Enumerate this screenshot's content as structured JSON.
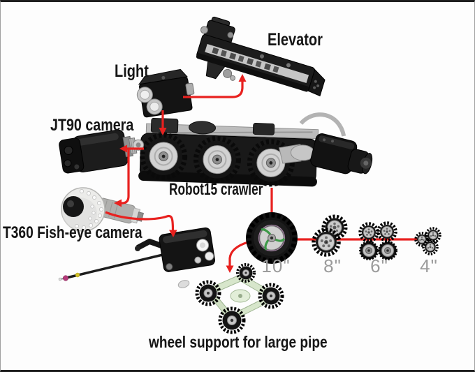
{
  "scene": {
    "background": "#fdfdfd",
    "frame_color": "#1f1f1f",
    "connector_color": "#e8211f"
  },
  "components": [
    {
      "id": "elevator",
      "label": "Elevator"
    },
    {
      "id": "light",
      "label": "Light"
    },
    {
      "id": "jt90-camera",
      "label": "JT90 camera"
    },
    {
      "id": "robot15-crawler",
      "label": "Robot15 crawler"
    },
    {
      "id": "t360-fisheye-camera",
      "label": "T360 Fish-eye camera"
    },
    {
      "id": "wheel-support",
      "label": "wheel support for large pipe"
    }
  ],
  "wheel_sizes": [
    {
      "label": "10\""
    },
    {
      "label": "8\""
    },
    {
      "label": "6\""
    },
    {
      "label": "4\""
    }
  ],
  "text_colors": {
    "component_label": "#151515",
    "wheel_size_label": "#9b9b9b"
  }
}
